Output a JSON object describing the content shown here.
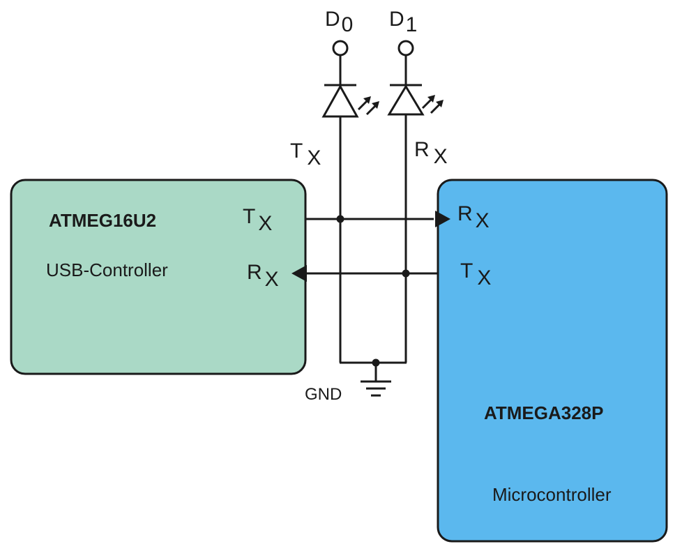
{
  "usb_controller": {
    "title": "ATMEG16U2",
    "subtitle": "USB-Controller",
    "tx": {
      "main": "T",
      "sub": "X"
    },
    "rx": {
      "main": "R",
      "sub": "X"
    },
    "fill": "#aad9c6"
  },
  "microcontroller": {
    "title": "ATMEGA328P",
    "subtitle": "Microcontroller",
    "rx": {
      "main": "R",
      "sub": "X"
    },
    "tx": {
      "main": "T",
      "sub": "X"
    },
    "fill": "#5bb8ee"
  },
  "leds": [
    {
      "name": {
        "main": "D",
        "sub": "0"
      },
      "line": {
        "main": "T",
        "sub": "X"
      }
    },
    {
      "name": {
        "main": "D",
        "sub": "1"
      },
      "line": {
        "main": "R",
        "sub": "X"
      }
    }
  ],
  "ground": {
    "label": "GND"
  },
  "colors": {
    "line": "#1a1a1a"
  }
}
